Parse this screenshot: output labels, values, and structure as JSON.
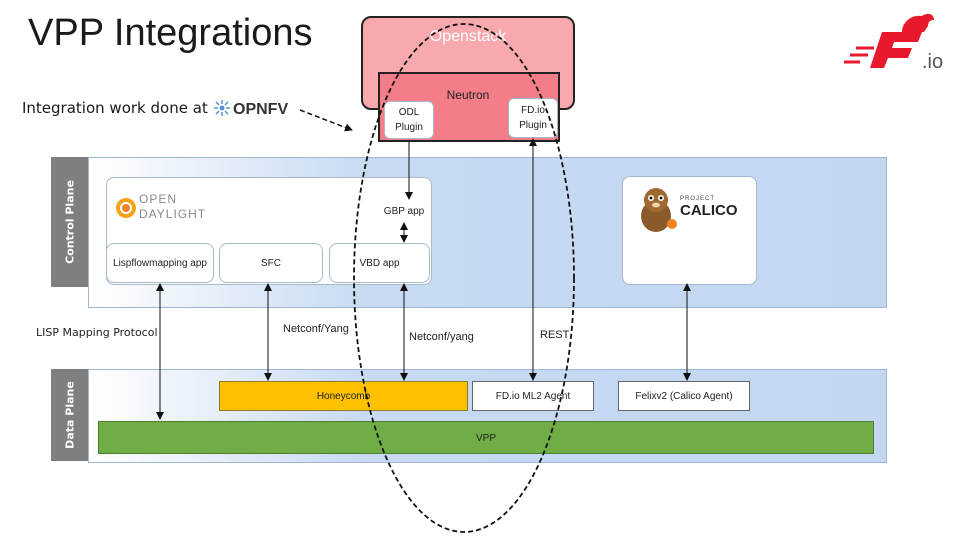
{
  "title": "VPP Integrations",
  "integration": {
    "text": "Integration work done at",
    "logo_text": "OPNFV"
  },
  "openstack": {
    "label": "Openstack",
    "neutron": "Neutron",
    "odl_plugin": "ODL Plugin",
    "fdio_plugin": "FD.io Plugin"
  },
  "control_plane": {
    "band_label": "Control Plane",
    "opendaylight_logo": [
      "OPEN",
      "DAYLIGHT"
    ],
    "gbp_app": "GBP app",
    "lispflowmapping_app": "Lispflowmapping app",
    "sfc": "SFC",
    "vbd_app": "VBD app",
    "calico_logo": [
      "PROJECT",
      "CALICO"
    ]
  },
  "protocols": {
    "lisp": "LISP Mapping Protocol",
    "netconf_yang_1": "Netconf/Yang",
    "netconf_yang_2": "Netconf/yang",
    "rest": "REST"
  },
  "data_plane": {
    "band_label": "Data Plane",
    "honeycomb": "Honeycomb",
    "fdio_ml2_agent": "FD.io ML2 Agent",
    "felixv2": "Felixv2 (Calico Agent)",
    "vpp": "VPP"
  },
  "brand": {
    "fdio_suffix": ".io"
  },
  "colors": {
    "openstack_fill": "#f8a9ae",
    "neutron_fill": "#f37d88",
    "panel_blue": "#c3d7f1",
    "honeycomb_fill": "#ffc000",
    "vpp_fill": "#70ad47",
    "fdio_red": "#e8192c"
  }
}
